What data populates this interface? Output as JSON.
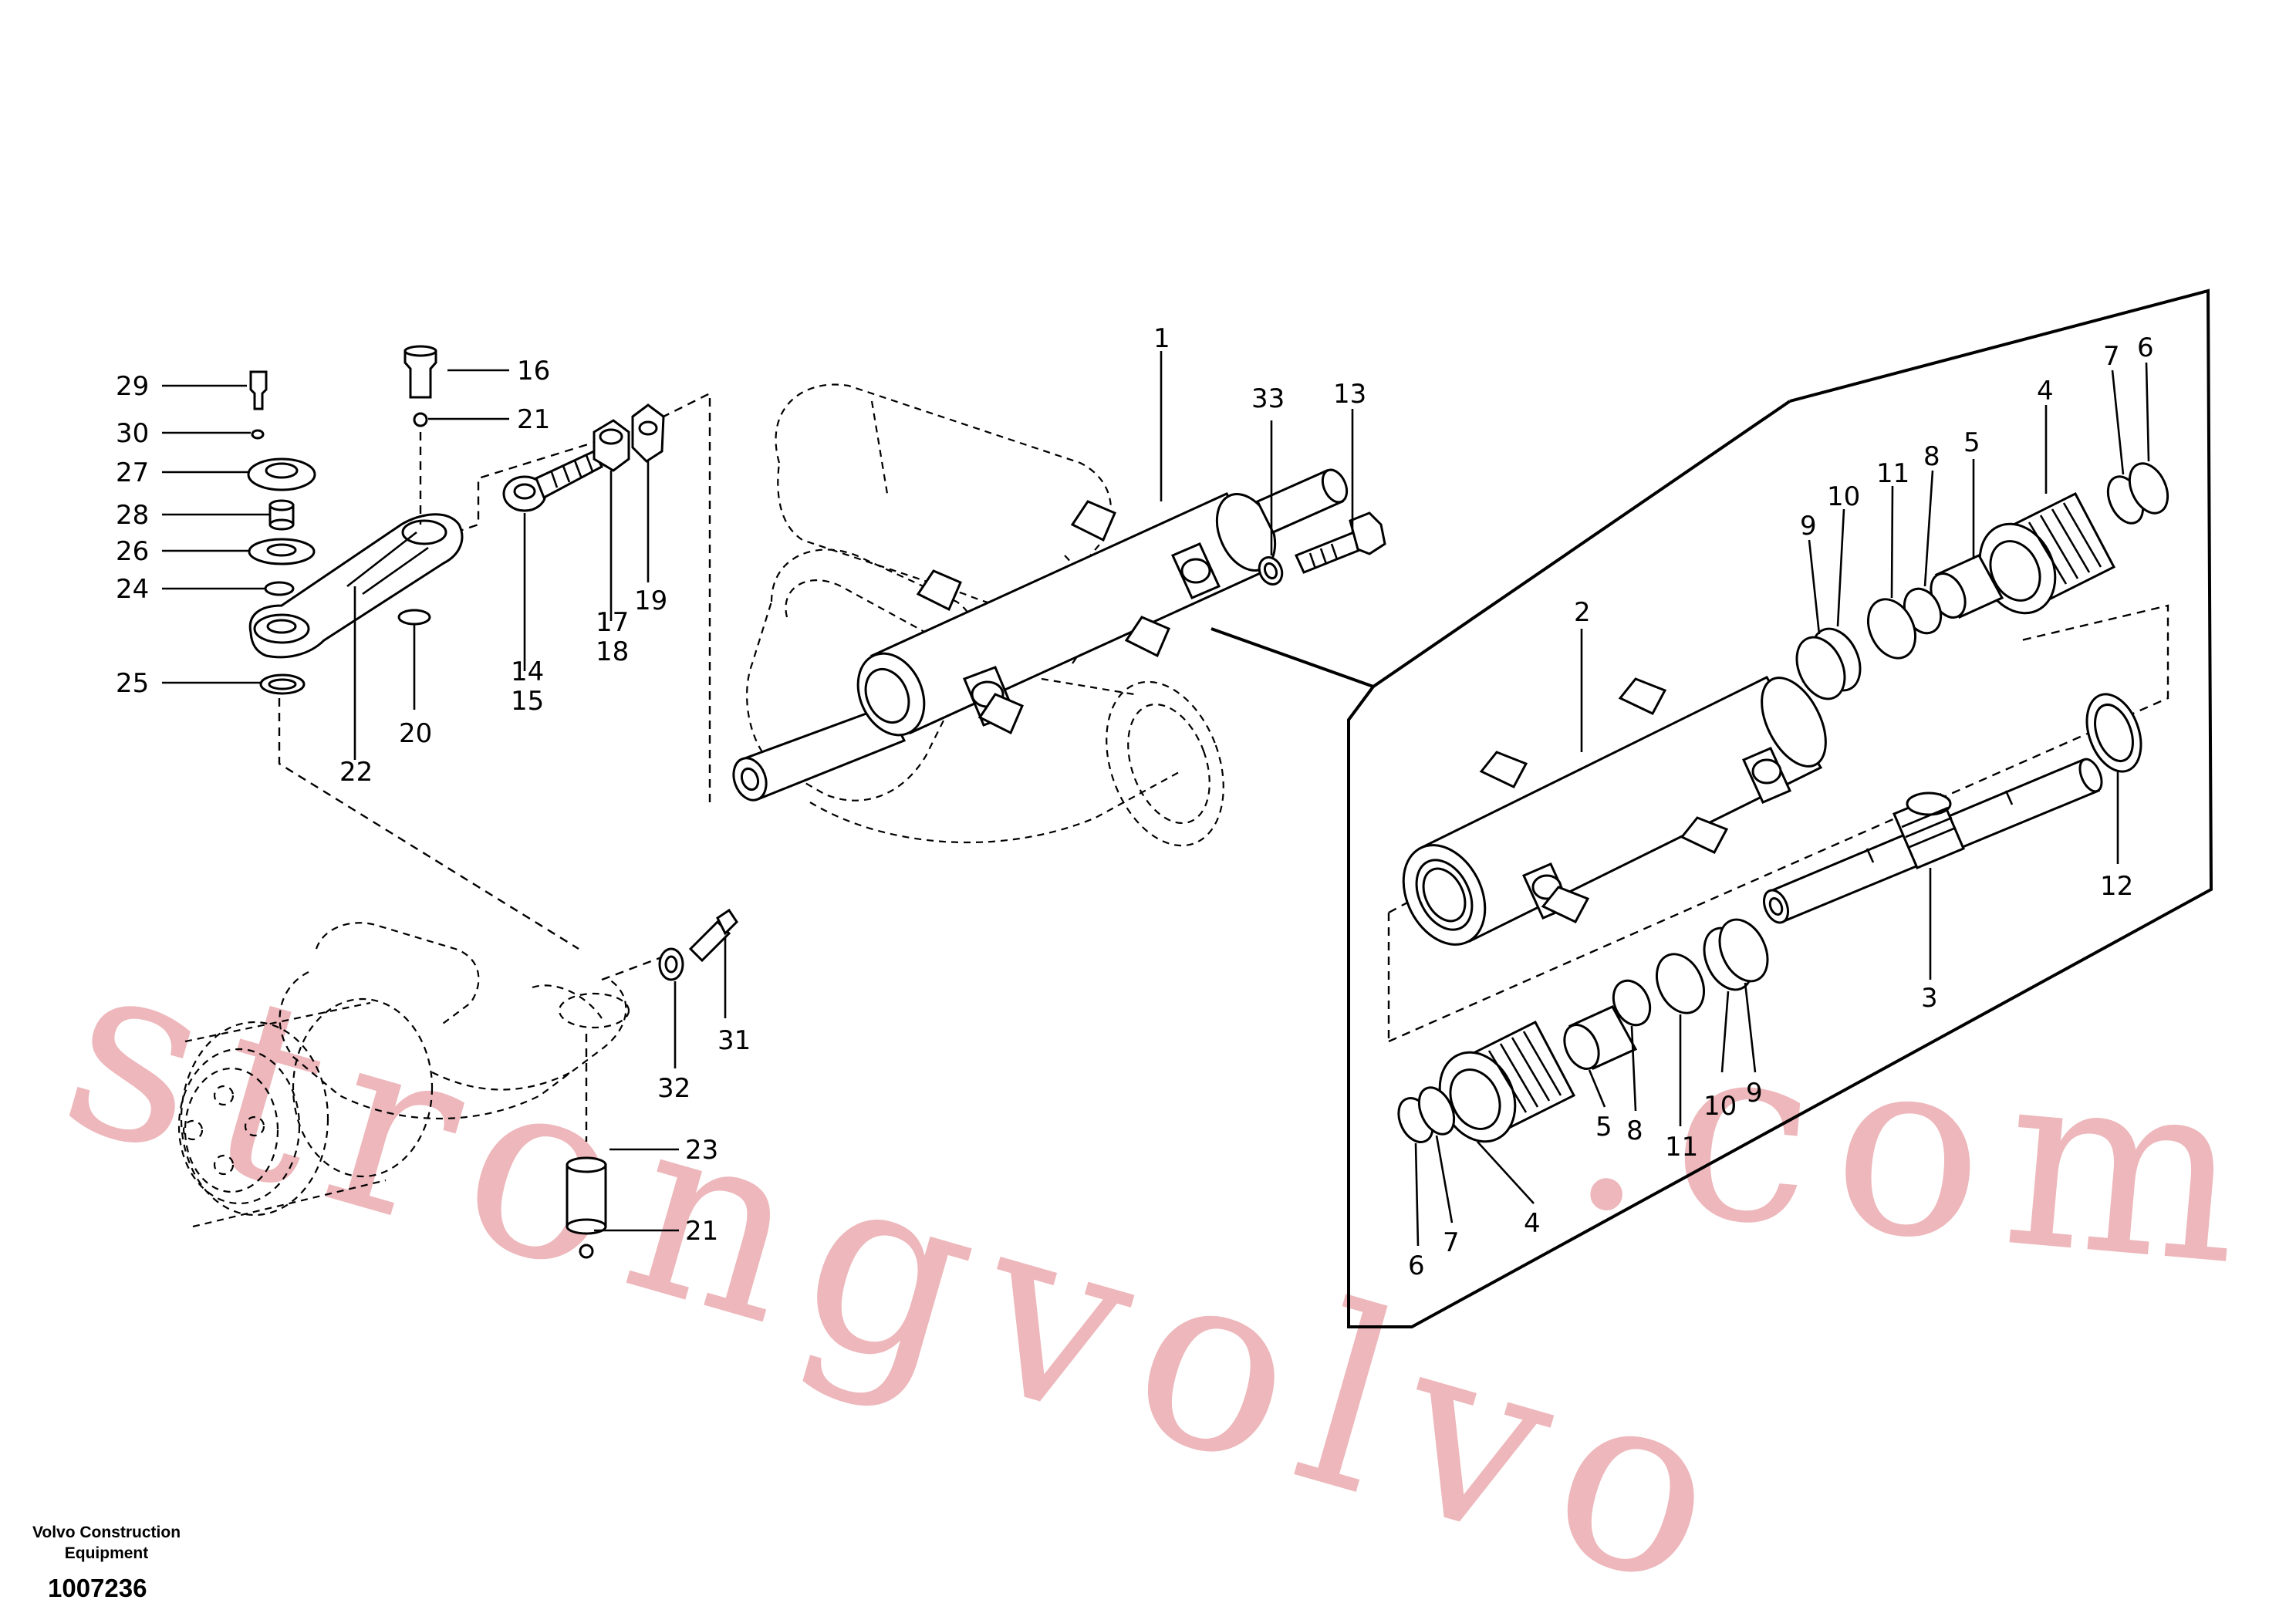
{
  "footer": {
    "company_line1": "Volvo Construction",
    "company_line2": "Equipment",
    "drawing_number": "1007236"
  },
  "watermark": {
    "left": "strongvolvo",
    "right": ".com"
  },
  "callouts": {
    "c1": "1",
    "c2": "2",
    "c3": "3",
    "c4a": "4",
    "c4b": "4",
    "c5a": "5",
    "c5b": "5",
    "c6a": "6",
    "c6b": "6",
    "c7a": "7",
    "c7b": "7",
    "c8a": "8",
    "c8b": "8",
    "c9a": "9",
    "c9b": "9",
    "c10a": "10",
    "c10b": "10",
    "c11a": "11",
    "c11b": "11",
    "c12": "12",
    "c13": "13",
    "c14": "14",
    "c15": "15",
    "c16": "16",
    "c17": "17",
    "c18": "18",
    "c19": "19",
    "c20": "20",
    "c21a": "21",
    "c21b": "21",
    "c22": "22",
    "c23": "23",
    "c24": "24",
    "c25": "25",
    "c26": "26",
    "c27": "27",
    "c28": "28",
    "c29": "29",
    "c30": "30",
    "c31": "31",
    "c32": "32",
    "c33": "33"
  }
}
